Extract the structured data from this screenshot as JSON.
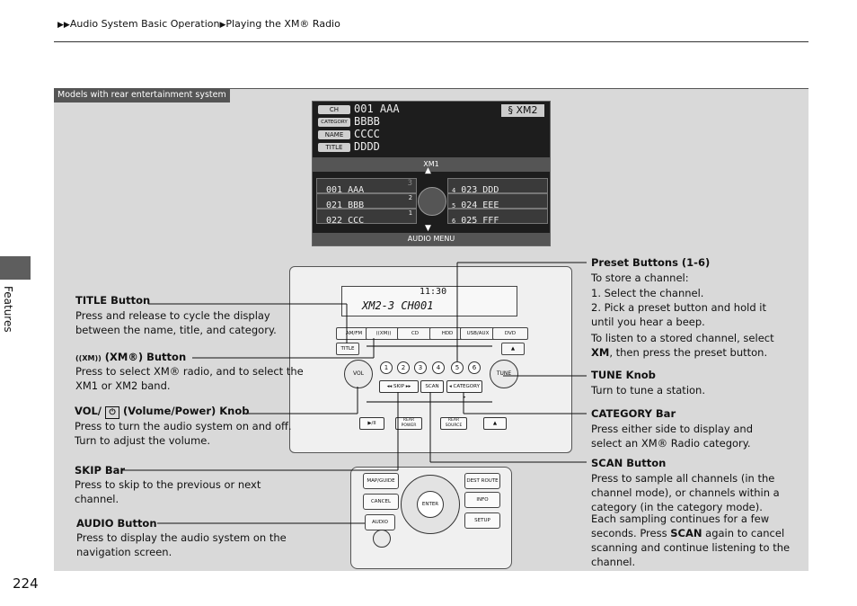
{
  "header": {
    "breadcrumb_1": "Audio System Basic Operation",
    "breadcrumb_2": "Playing the XM® Radio"
  },
  "side_tab": "Features",
  "page_number": "224",
  "models_tag": "Models with rear entertainment system",
  "screen": {
    "ch_label": "CH",
    "ch_value": "001  AAA",
    "category_label": "CATEGORY",
    "category_value": "BBBB",
    "name_label": "NAME",
    "name_value": "CCCC",
    "title_label": "TITLE",
    "title_value": "DDDD",
    "band": "XM2",
    "band_header": "XM1",
    "presets_left": [
      {
        "ch": "001",
        "name": "AAA",
        "num": "3"
      },
      {
        "ch": "021",
        "name": "BBB",
        "num": "2"
      },
      {
        "ch": "022",
        "name": "CCC",
        "num": "1"
      }
    ],
    "presets_right": [
      {
        "num": "4",
        "ch": "023",
        "name": "DDD"
      },
      {
        "num": "5",
        "ch": "024",
        "name": "EEE"
      },
      {
        "num": "6",
        "ch": "025",
        "name": "FFF"
      }
    ],
    "footer": "AUDIO MENU"
  },
  "unit": {
    "lcd_time": "11:30",
    "lcd_text": "XM2-3  CH001",
    "top_buttons": [
      "AM/FM",
      "((XM))",
      "CD",
      "HDD",
      "USB/AUX",
      "DVD"
    ],
    "title_btn": "TITLE",
    "eject": "▲",
    "numbers": [
      "1",
      "2",
      "3",
      "4",
      "5",
      "6"
    ],
    "vol_knob": "VOL",
    "tune_knob": "TUNE",
    "skip_bar": "◂◂ SKIP ▸▸",
    "scan_btn": "SCAN",
    "category_bar": "◂ CATEGORY ▸",
    "play_btn": "▶/II",
    "rear_power": "REAR POWER",
    "rear_source": "REAR SOURCE",
    "eject2": "▲"
  },
  "nav": {
    "map_guide": "MAP/GUIDE",
    "cancel": "CANCEL",
    "audio": "AUDIO",
    "dest_route": "DEST ROUTE",
    "info": "INFO",
    "setup": "SETUP",
    "enter": "ENTER"
  },
  "callouts": {
    "title_heading": "TITLE Button",
    "title_text": "Press and release to cycle the display between the name, title, and category.",
    "xm_icon": "((XM))",
    "xm_heading": "(XM®) Button",
    "xm_text": "Press to select XM® radio, and to select the XM1 or XM2 band.",
    "vol_heading_pre": "VOL/",
    "vol_heading_post": "(Volume/Power) Knob",
    "vol_text": "Press to turn the audio system on and off. Turn to adjust the volume.",
    "skip_heading": "SKIP Bar",
    "skip_text": "Press to skip to the previous or next channel.",
    "audio_heading": "AUDIO Button",
    "audio_text": "Press to display the audio system on the navigation screen.",
    "preset_heading": "Preset Buttons (1-6)",
    "preset_intro": "To store a channel:",
    "preset_step1": "1.  Select the channel.",
    "preset_step2": "2.  Pick a preset button and hold it until you hear a beep.",
    "preset_listen_pre": "To listen to a stored channel, select",
    "preset_listen_bold": "XM",
    "preset_listen_post": ", then press the preset button.",
    "tune_heading": "TUNE Knob",
    "tune_text": "Turn to tune a station.",
    "category_heading": "CATEGORY Bar",
    "category_text": "Press either side to display and select an XM® Radio category.",
    "scan_heading": "SCAN Button",
    "scan_text": "Press to sample all channels (in the channel mode), or channels within a category (in the category mode).",
    "scan_text2_pre": "Each sampling continues for a few seconds. Press",
    "scan_text2_bold": "SCAN",
    "scan_text2_post": "again to cancel scanning and continue listening to the channel."
  }
}
